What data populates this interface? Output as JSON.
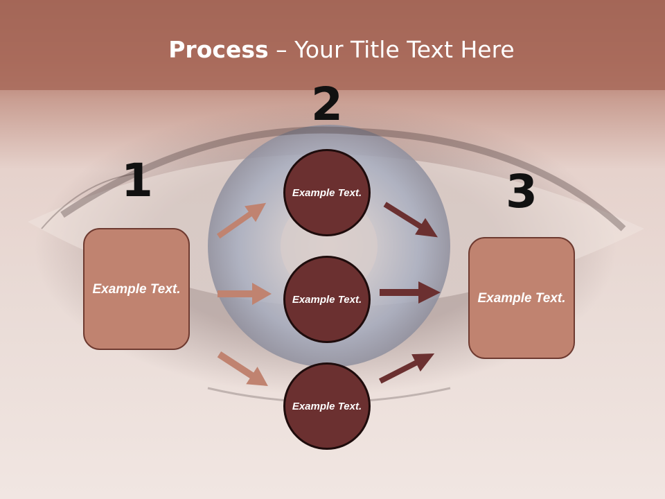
{
  "title": {
    "bold": "Process",
    "rest": " – Your Title Text Here"
  },
  "numbers": [
    "1",
    "2",
    "3"
  ],
  "step1": {
    "text": "Example Text."
  },
  "step2": [
    {
      "text": "Example Text."
    },
    {
      "text": "Example Text."
    },
    {
      "text": "Example Text."
    }
  ],
  "step3": {
    "text": "Example Text."
  },
  "colors": {
    "box_fill": "#c08370",
    "circle_fill": "#6b3030",
    "arrow_light": "#c08370",
    "arrow_dark": "#6b3030",
    "title_bar": "#a86a5b"
  }
}
